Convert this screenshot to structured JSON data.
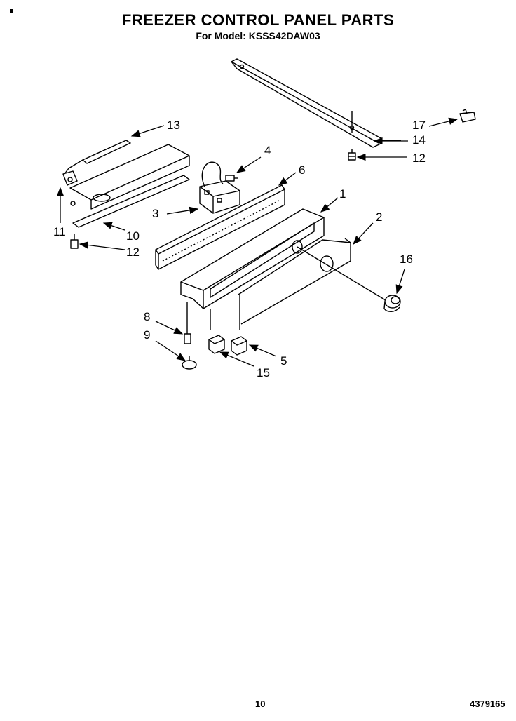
{
  "title": "FREEZER CONTROL PANEL PARTS",
  "subtitle": "For Model: KSSS42DAW03",
  "page_number": "10",
  "part_number": "4379165",
  "callouts": {
    "c1": "1",
    "c2": "2",
    "c3": "3",
    "c4": "4",
    "c5": "5",
    "c6": "6",
    "c8": "8",
    "c9": "9",
    "c10": "10",
    "c11": "11",
    "c12a": "12",
    "c12b": "12",
    "c13": "13",
    "c14": "14",
    "c15": "15",
    "c16": "16",
    "c17": "17"
  }
}
